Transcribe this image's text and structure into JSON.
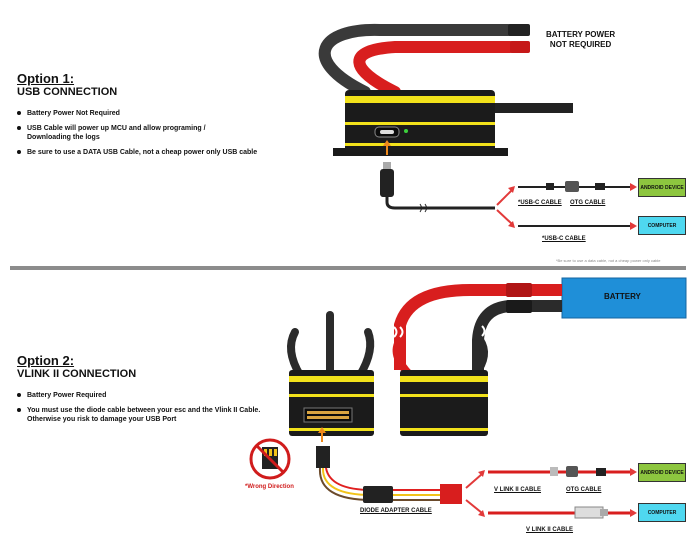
{
  "option1": {
    "title": "Option 1:",
    "subtitle": "USB CONNECTION",
    "bullets": [
      "Battery Power Not Required",
      "USB Cable will power up MCU and allow programing / Downloading the logs",
      "Be sure to use a DATA USB Cable, not a cheap power only USB cable"
    ],
    "battery_note_line1": "BATTERY POWER",
    "battery_note_line2": "NOT REQUIRED",
    "cable_usbc_top": "*USB-C CABLE",
    "cable_otg_top": "OTG CABLE",
    "cable_usbc_bottom": "*USB-C CABLE",
    "android_label": "ANDROID DEVICE",
    "computer_label": "COMPUTER",
    "footnote": "*Be sure to use a data cable, not a cheap power only cable"
  },
  "option2": {
    "title": "Option 2:",
    "subtitle": "VLINK II CONNECTION",
    "bullets": [
      "Battery Power Required",
      "You must use the diode cable between your esc and the Vlink II Cable. Otherwise you risk to damage your USB Port"
    ],
    "battery_label": "BATTERY",
    "wrong_direction": "*Wrong Direction",
    "diode_label": "DIODE ADAPTER CABLE",
    "vlink_top": "V LINK II CABLE",
    "otg_label": "OTG CABLE",
    "vlink_bottom": "V LINK II CABLE",
    "android_label": "ANDROID DEVICE",
    "computer_label": "COMPUTER"
  },
  "colors": {
    "android_green": "#8dc63f",
    "computer_cyan": "#4fd8f0",
    "battery_blue": "#1f8fd8",
    "wire_red": "#e0201c",
    "arrow_red": "#e23a3a",
    "esc_yellow": "#f2e21b",
    "divider_gray": "#8c8c8c"
  }
}
